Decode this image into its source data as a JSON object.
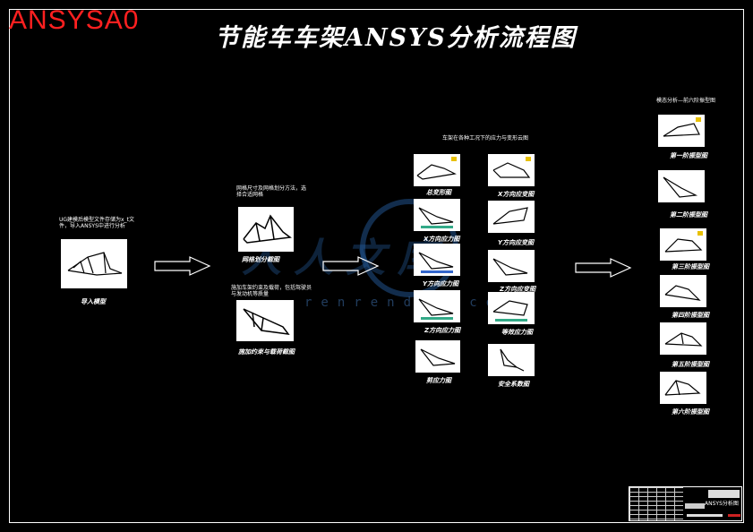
{
  "drawing": {
    "corner_label": "ANSYSA0",
    "title": "节能车车架ANSYS分析流程图"
  },
  "stages": {
    "import": {
      "caption": "导入模型",
      "note": "UG建模后模型文件存储为x_t文件，导入ANSYS中进行分析"
    },
    "mesh": {
      "caption": "网格划分截图",
      "note": "网格尺寸及网格划分方法，选择合适网格"
    },
    "load": {
      "caption": "施加约束与载荷截图",
      "note": "施加车架约束及载荷，包括驾驶员与发动机等质量"
    },
    "stress": {
      "heading": "车架在各种工况下的应力与变形云图",
      "left": [
        {
          "caption": "总变形图"
        },
        {
          "caption": "X方向应力图"
        },
        {
          "caption": "Y方向应力图"
        },
        {
          "caption": "Z方向应力图"
        },
        {
          "caption": "剪应力图"
        }
      ],
      "right": [
        {
          "caption": "X方向应变图"
        },
        {
          "caption": "Y方向应变图"
        },
        {
          "caption": "Z方向应变图"
        },
        {
          "caption": "等效应力图"
        },
        {
          "caption": "安全系数图"
        }
      ]
    },
    "modal": {
      "heading": "模态分析—前六阶振型图",
      "items": [
        {
          "caption": "第一阶振型图"
        },
        {
          "caption": "第二阶振型图"
        },
        {
          "caption": "第三阶振型图"
        },
        {
          "caption": "第四阶振型图"
        },
        {
          "caption": "第五阶振型图"
        },
        {
          "caption": "第六阶振型图"
        }
      ]
    }
  },
  "watermark": {
    "text": "renrendoc.com",
    "zh": "人人文库"
  },
  "title_block": {
    "name": "ANSYS分析图"
  },
  "colors": {
    "background": "#000000",
    "line": "#ffffff",
    "label": "#ff2020"
  }
}
